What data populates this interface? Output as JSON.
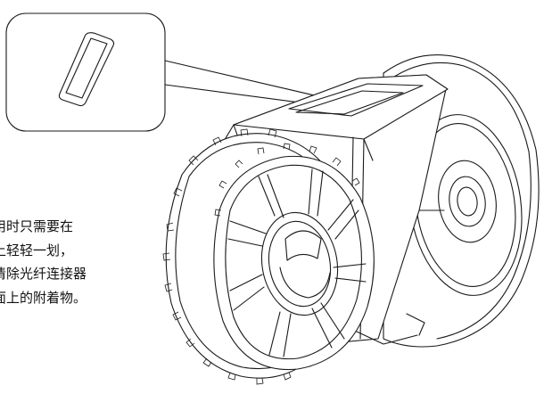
{
  "caption": {
    "lines": [
      "用时只需要在",
      "上轻轻一划，",
      "清除光纤连接器",
      "面上的附着物。"
    ]
  }
}
